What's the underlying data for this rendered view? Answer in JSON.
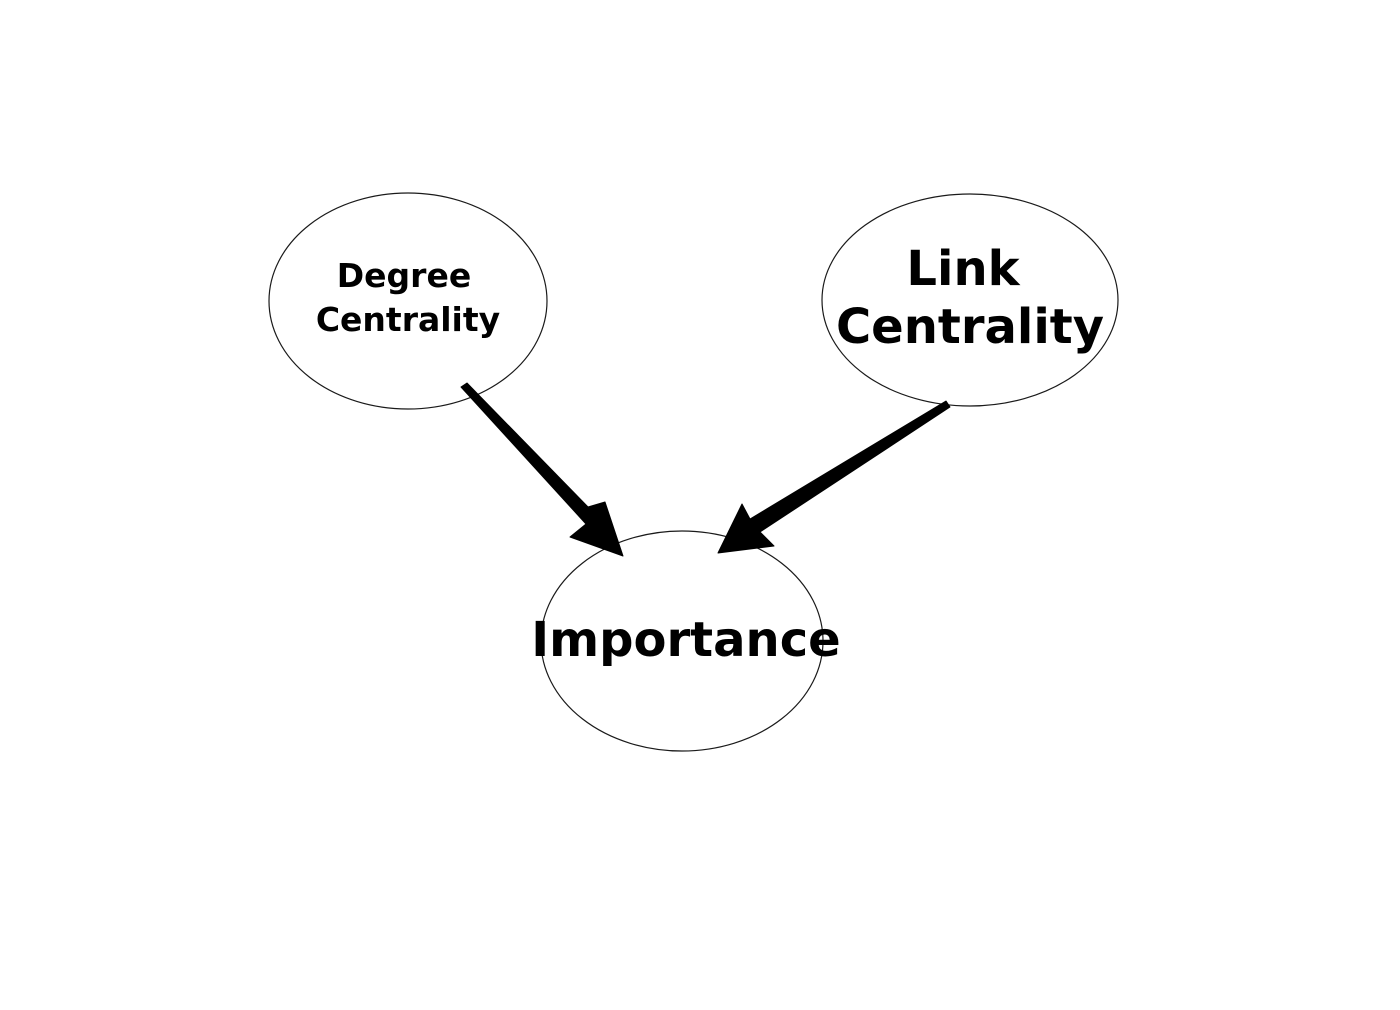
{
  "nodes": {
    "degree": {
      "line1": "Degree",
      "line2": "Centrality"
    },
    "link": {
      "line1": "Link",
      "line2": "Centrality"
    },
    "importance": {
      "label": "Importance"
    }
  },
  "edges": [
    {
      "from": "Degree Centrality",
      "to": "Importance"
    },
    {
      "from": "Link Centrality",
      "to": "Importance"
    }
  ],
  "colors": {
    "stroke": "#1a1a1a",
    "arrow": "#000000",
    "background": "#ffffff"
  }
}
